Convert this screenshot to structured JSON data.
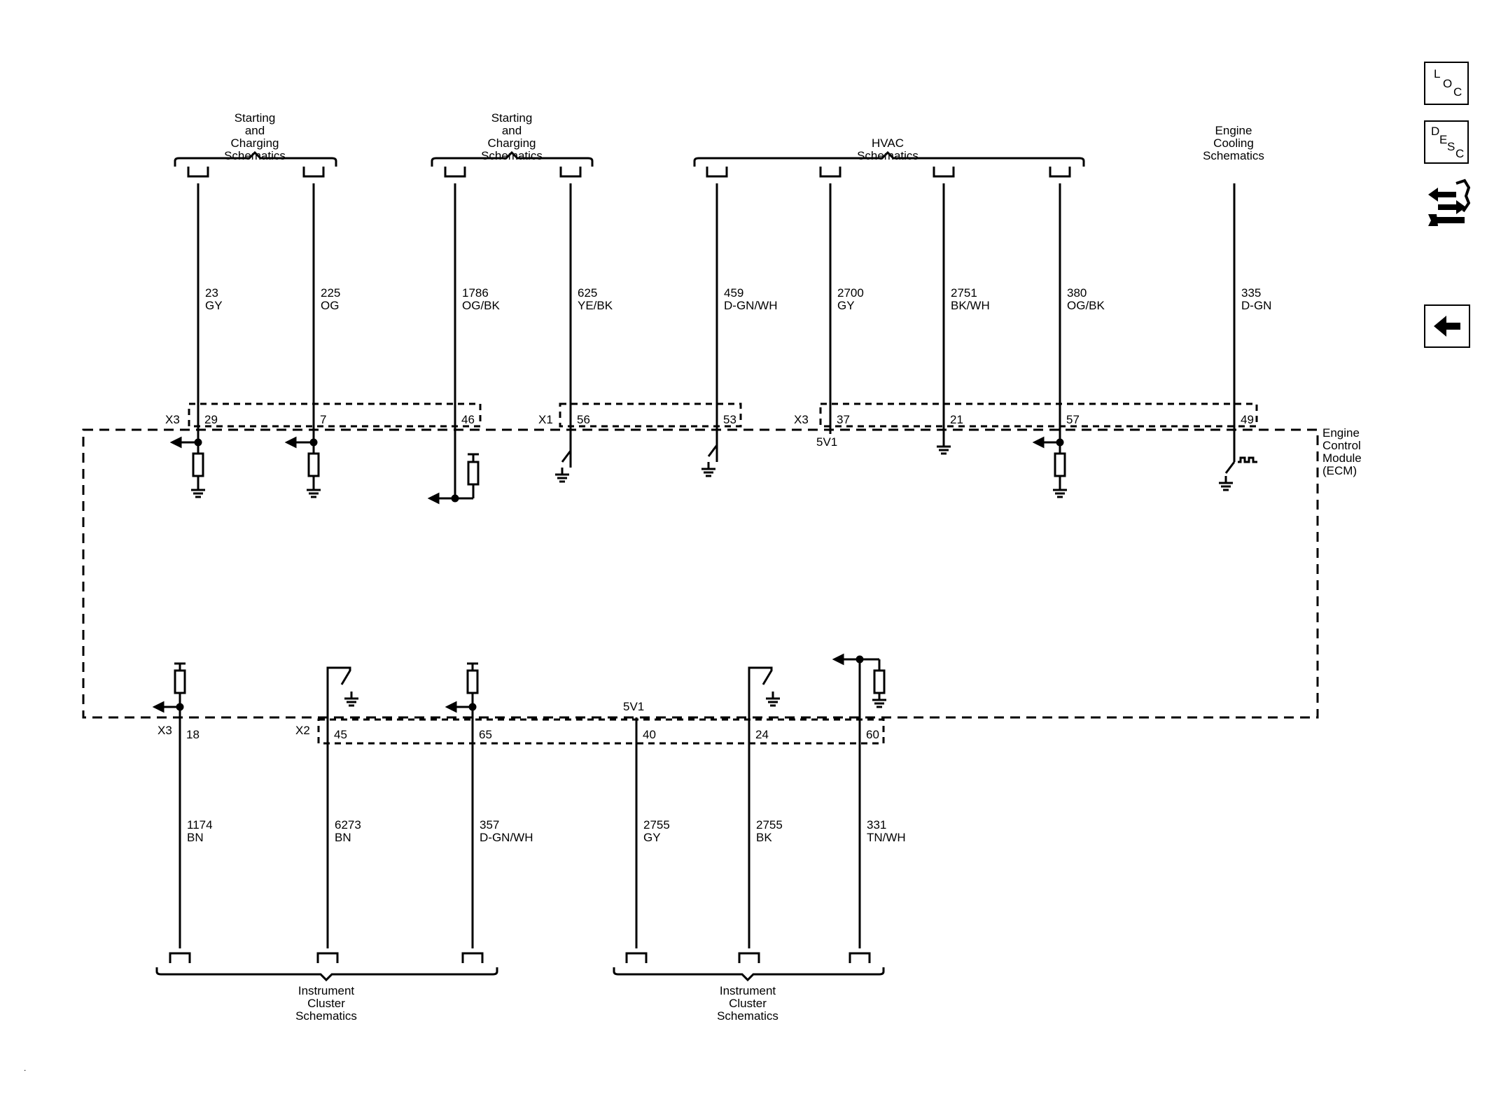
{
  "groups_top": [
    {
      "label": [
        "Starting",
        "and",
        "Charging",
        "Schematics"
      ]
    },
    {
      "label": [
        "Starting",
        "and",
        "Charging",
        "Schematics"
      ]
    },
    {
      "label": [
        "HVAC",
        "Schematics"
      ]
    },
    {
      "label": [
        "Engine",
        "Cooling",
        "Schematics"
      ]
    }
  ],
  "groups_bottom": [
    {
      "label": [
        "Instrument",
        "Cluster",
        "Schematics"
      ]
    },
    {
      "label": [
        "Instrument",
        "Cluster",
        "Schematics"
      ]
    }
  ],
  "ecm_label": [
    "Engine",
    "Control",
    "Module",
    "(ECM)"
  ],
  "connectors_top": [
    "X3",
    "X1",
    "X3"
  ],
  "connectors_bottom": [
    "X3",
    "X2"
  ],
  "supply_labels": [
    "5V1",
    "5V1"
  ],
  "wires_top": [
    {
      "circuit": "23",
      "color": "GY",
      "pin": "29"
    },
    {
      "circuit": "225",
      "color": "OG",
      "pin": "7"
    },
    {
      "circuit": "1786",
      "color": "OG/BK",
      "pin": "46"
    },
    {
      "circuit": "625",
      "color": "YE/BK",
      "pin": "56"
    },
    {
      "circuit": "459",
      "color": "D-GN/WH",
      "pin": "53"
    },
    {
      "circuit": "2700",
      "color": "GY",
      "pin": "37"
    },
    {
      "circuit": "2751",
      "color": "BK/WH",
      "pin": "21"
    },
    {
      "circuit": "380",
      "color": "OG/BK",
      "pin": "57"
    },
    {
      "circuit": "335",
      "color": "D-GN",
      "pin": "49"
    }
  ],
  "wires_bottom": [
    {
      "circuit": "1174",
      "color": "BN",
      "pin": "18"
    },
    {
      "circuit": "6273",
      "color": "BN",
      "pin": "45"
    },
    {
      "circuit": "357",
      "color": "D-GN/WH",
      "pin": "65"
    },
    {
      "circuit": "2755",
      "color": "GY",
      "pin": "40"
    },
    {
      "circuit": "2755",
      "color": "BK",
      "pin": "24"
    },
    {
      "circuit": "331",
      "color": "TN/WH",
      "pin": "60"
    }
  ],
  "side_buttons": {
    "loc": {
      "big": "L",
      "small1": "O",
      "small2": "C"
    },
    "desc": {
      "big": "D",
      "small1": "E",
      "small2": "S",
      "small3": "C"
    },
    "connector_icon": "connector-wrench-icon",
    "back_icon": "back-arrow-icon"
  }
}
